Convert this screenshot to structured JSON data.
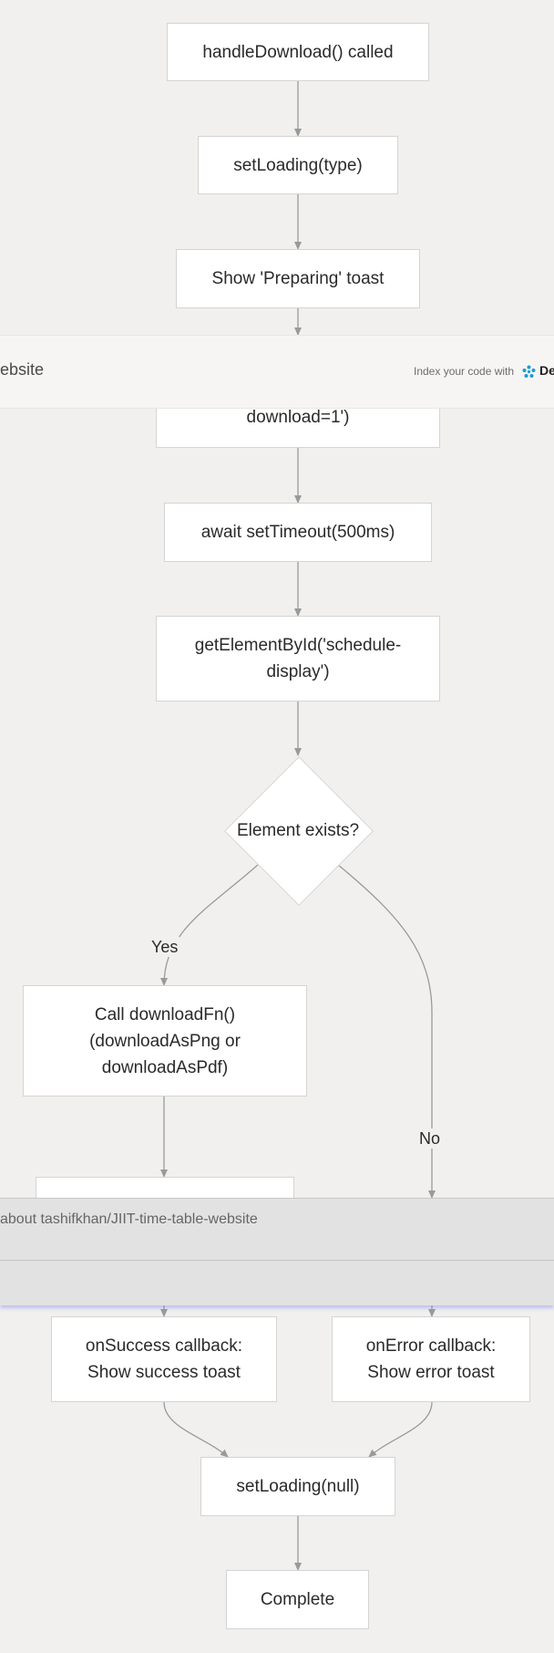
{
  "nodes": {
    "handle_download": "handleDownload() called",
    "set_loading": "setLoading(type)",
    "show_preparing": "Show 'Preparing' toast",
    "partial_download": "download=1')",
    "await_timeout": "await setTimeout(500ms)",
    "get_element_l1": "getElementById('schedule-",
    "get_element_l2": "display')",
    "decision_l1": "Element",
    "decision_l2": "exists?",
    "call_download_l1": "Call downloadFn()",
    "call_download_l2": "(downloadAsPng or",
    "call_download_l3": "downloadAsPdf)",
    "on_success_l1": "onSuccess callback:",
    "on_success_l2": "Show success toast",
    "on_error_l1": "onError callback:",
    "on_error_l2": "Show error toast",
    "set_loading_null": "setLoading(null)",
    "complete": "Complete"
  },
  "edge_labels": {
    "yes": "Yes",
    "no": "No"
  },
  "top_bar": {
    "repo_fragment": "ebsite",
    "index_text": "Index your code with",
    "brand_fragment": "De"
  },
  "bottom_bar": {
    "question": "about tashifkhan/JIIT-time-table-website"
  },
  "colors": {
    "background": "#f1f0ee",
    "node_fill": "#ffffff",
    "node_border": "#d4d4d4",
    "edge": "#9a9a9a",
    "brand_icon": "#1a9bd7"
  }
}
